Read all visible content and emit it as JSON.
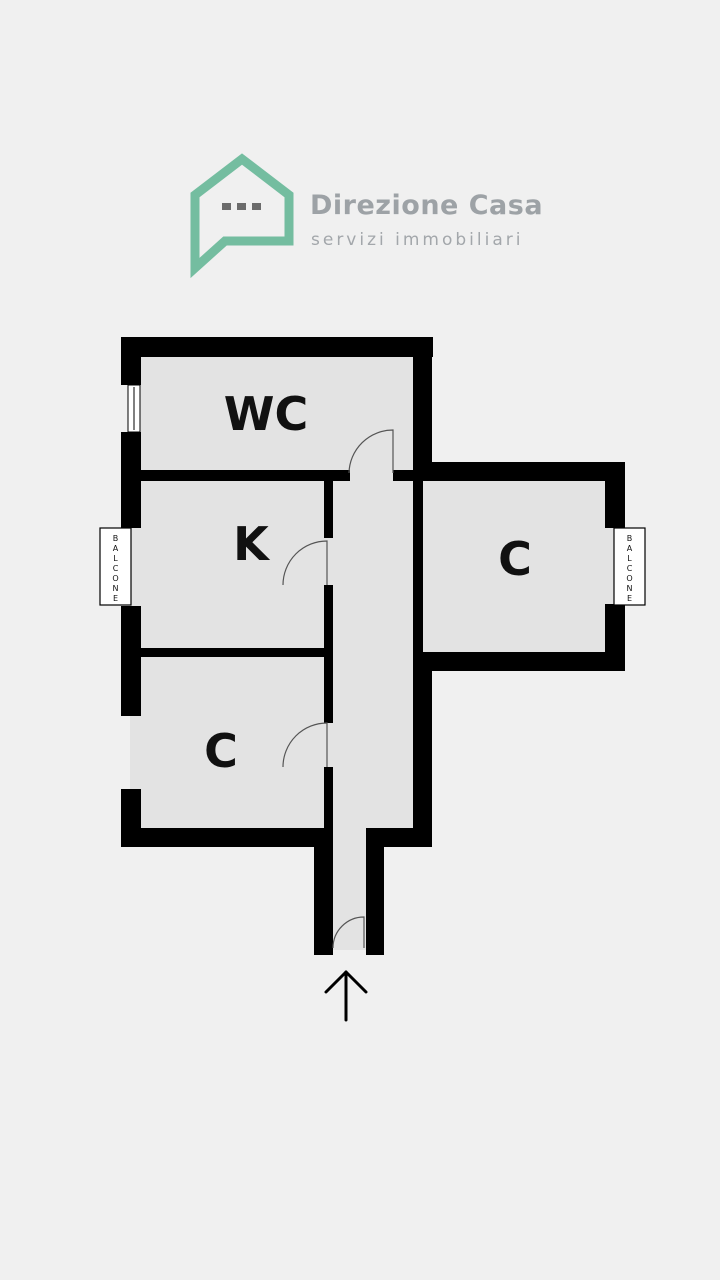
{
  "brand": {
    "name": "Direzione Casa",
    "tagline": "servizi immobiliari",
    "logo_color": "#74bda0",
    "text_color": "#9da2a6"
  },
  "rooms": {
    "wc": "WC",
    "kitchen": "K",
    "bedroom_left": "C",
    "bedroom_right": "C"
  },
  "balconies": {
    "left": "BALCONE",
    "right": "BALCONE"
  },
  "entrance": {
    "icon": "arrow-up-icon"
  },
  "colors": {
    "wall": "#000000",
    "floor": "#e3e3e3",
    "background": "#f0f0f0"
  }
}
